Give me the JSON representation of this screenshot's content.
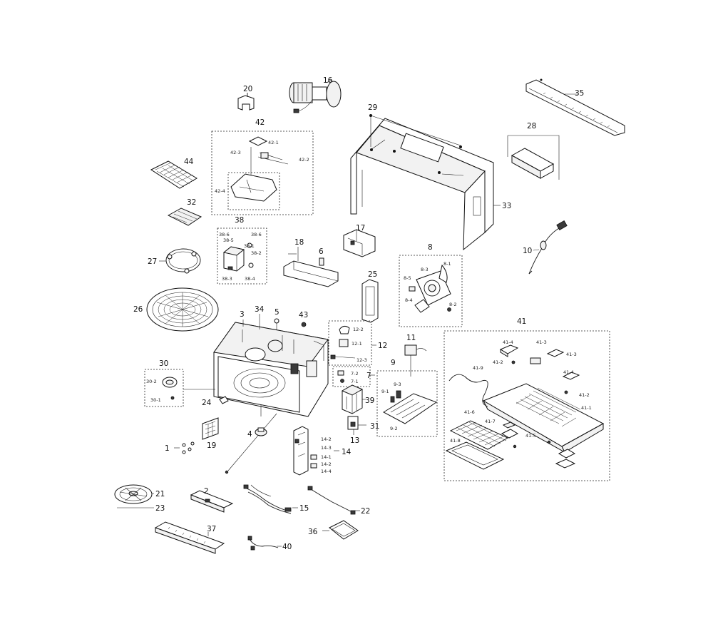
{
  "diagram": {
    "callouts": {
      "c16": "16",
      "c20": "20",
      "c35": "35",
      "c29": "29",
      "c28": "28",
      "c33": "33",
      "c42": "42",
      "c44": "44",
      "c32": "32",
      "c38": "38",
      "c18": "18",
      "c17": "17",
      "c6": "6",
      "c27": "27",
      "c10": "10",
      "c8": "8",
      "c25": "25",
      "c26": "26",
      "c3": "3",
      "c34": "34",
      "c5": "5",
      "c43": "43",
      "c12": "12",
      "c41": "41",
      "c11": "11",
      "c9": "9",
      "c7": "7",
      "c30": "30",
      "c24": "24",
      "c39": "39",
      "c31": "31",
      "c13": "13",
      "c4": "4",
      "c19": "19",
      "c1": "1",
      "c14": "14",
      "c21": "21",
      "c23": "23",
      "c2": "2",
      "c15": "15",
      "c22": "22",
      "c37": "37",
      "c36": "36",
      "c40": "40"
    },
    "subcallouts": {
      "s42_1": "42-1",
      "s42_3": "42-3",
      "s42_2": "42-2",
      "s42_4": "42-4",
      "s38_6a": "38-6",
      "s38_5": "38-5",
      "s38_6b": "38-6",
      "s38_1": "38-1",
      "s38_2": "38-2",
      "s38_3": "38-3",
      "s38_4": "38-4",
      "s8_1": "8-1",
      "s8_3": "8-3",
      "s8_5": "8-5",
      "s8_4": "8-4",
      "s8_2": "8-2",
      "s12_2": "12-2",
      "s12_1": "12-1",
      "s12_3": "12-3",
      "s7_2": "7-2",
      "s7_1": "7-1",
      "s9_3": "9-3",
      "s9_1": "9-1",
      "s9_2": "9-2",
      "s30_2": "30-2",
      "s30_1": "30-1",
      "s14_2a": "14-2",
      "s14_3": "14-3",
      "s14_1": "14-1",
      "s14_2b": "14-2",
      "s14_4": "14-4",
      "s41_4a": "41-4",
      "s41_3a": "41-3",
      "s41_2a": "41-2",
      "s41_3b": "41-3",
      "s41_9": "41-9",
      "s41_4b": "41-4",
      "s41_2b": "41-2",
      "s41_1": "41-1",
      "s41_6": "41-6",
      "s41_7": "41-7",
      "s41_5": "41-5",
      "s41_8": "41-8"
    }
  }
}
